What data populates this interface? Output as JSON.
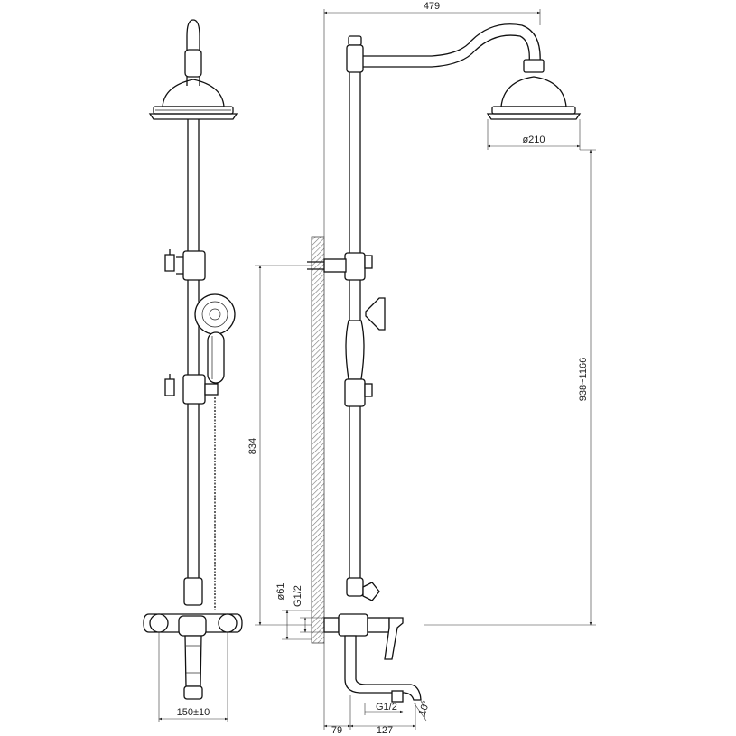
{
  "dimensions": {
    "top_width": "479",
    "head_diameter": "ø210",
    "height_range": "938~1166",
    "bracket_height": "834",
    "pipe_diameter": "ø61",
    "inlet_thread": "G1/2",
    "centers": "150±10",
    "wall_offset": "79",
    "spout_reach": "127",
    "spout_thread": "G1/2",
    "spout_angle": "10°"
  }
}
